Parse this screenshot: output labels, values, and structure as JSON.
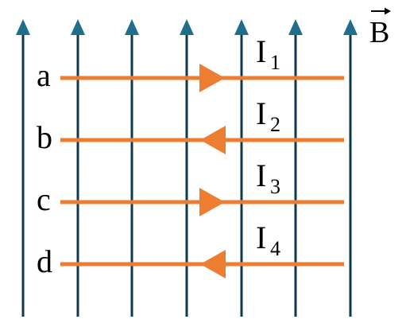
{
  "diagram": {
    "field": {
      "symbol": "B",
      "direction": "up",
      "line_count": 7,
      "color": "#0d3a4e",
      "arrow_color": "#1f6e8c"
    },
    "wires": [
      {
        "label": "a",
        "current": "I",
        "subscript": "1",
        "direction": "right"
      },
      {
        "label": "b",
        "current": "I",
        "subscript": "2",
        "direction": "left"
      },
      {
        "label": "c",
        "current": "I",
        "subscript": "3",
        "direction": "right"
      },
      {
        "label": "d",
        "current": "I",
        "subscript": "4",
        "direction": "left"
      }
    ],
    "wire_color": "#ed7d31"
  }
}
